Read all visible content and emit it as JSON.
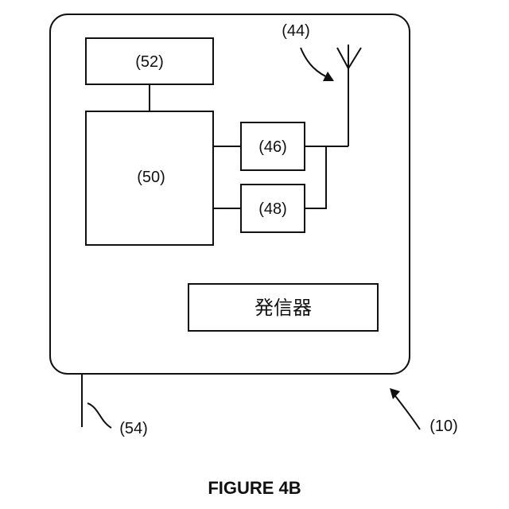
{
  "device": {
    "ref": "(10)"
  },
  "antenna": {
    "ref": "(44)"
  },
  "components": {
    "c46": {
      "ref": "(46)"
    },
    "c48": {
      "ref": "(48)"
    },
    "c50": {
      "ref": "(50)"
    },
    "c52": {
      "ref": "(52)"
    },
    "transmitter": {
      "label": "発信器"
    }
  },
  "lead": {
    "ref": "(54)"
  },
  "figure": {
    "caption": "FIGURE 4B"
  },
  "colors": {
    "line": "#111111",
    "background": "#ffffff"
  }
}
